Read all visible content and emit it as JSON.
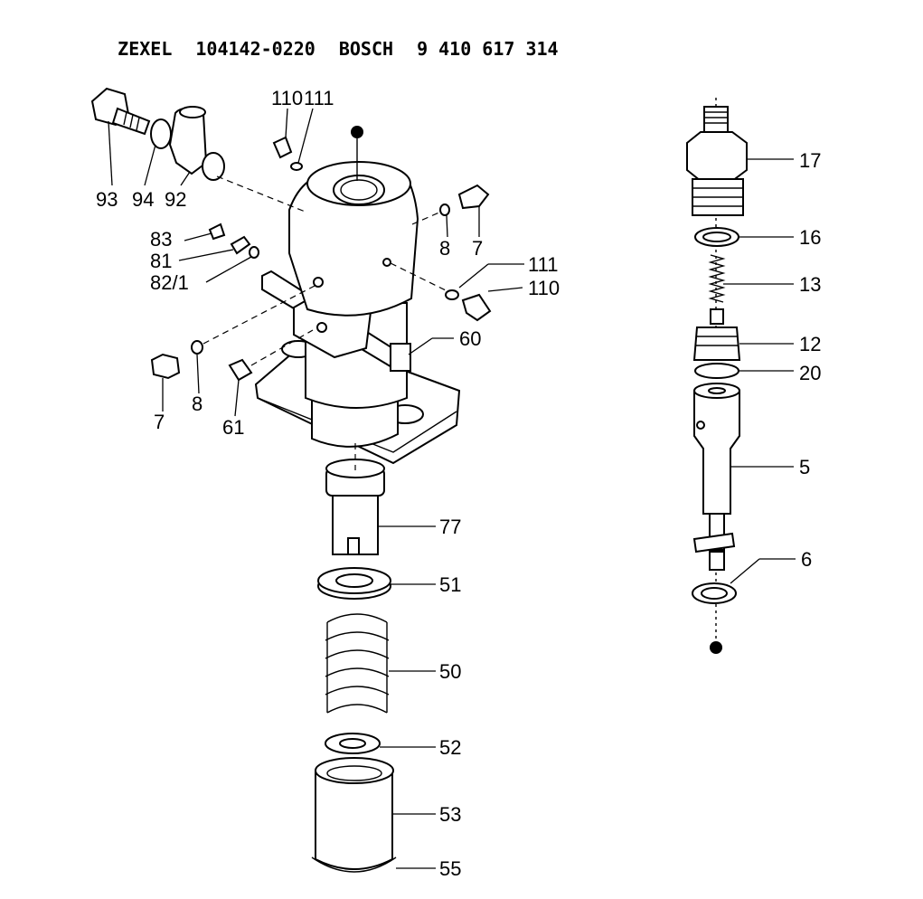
{
  "header": {
    "brand1": "ZEXEL",
    "part_no1": "104142-0220",
    "brand2": "BOSCH",
    "part_no2": "9 410 617 314"
  },
  "callouts": {
    "c93": "93",
    "c94": "94",
    "c92": "92",
    "c110a": "110",
    "c111a": "111",
    "c8a": "8",
    "c7a": "7",
    "c83": "83",
    "c81": "81",
    "c82": "82/1",
    "c111b": "111",
    "c110b": "110",
    "c60": "60",
    "c7b": "7",
    "c8b": "8",
    "c61": "61",
    "c77": "77",
    "c51": "51",
    "c50": "50",
    "c52": "52",
    "c53": "53",
    "c55": "55",
    "c17": "17",
    "c16": "16",
    "c13": "13",
    "c12": "12",
    "c20": "20",
    "c5": "5",
    "c6": "6"
  }
}
